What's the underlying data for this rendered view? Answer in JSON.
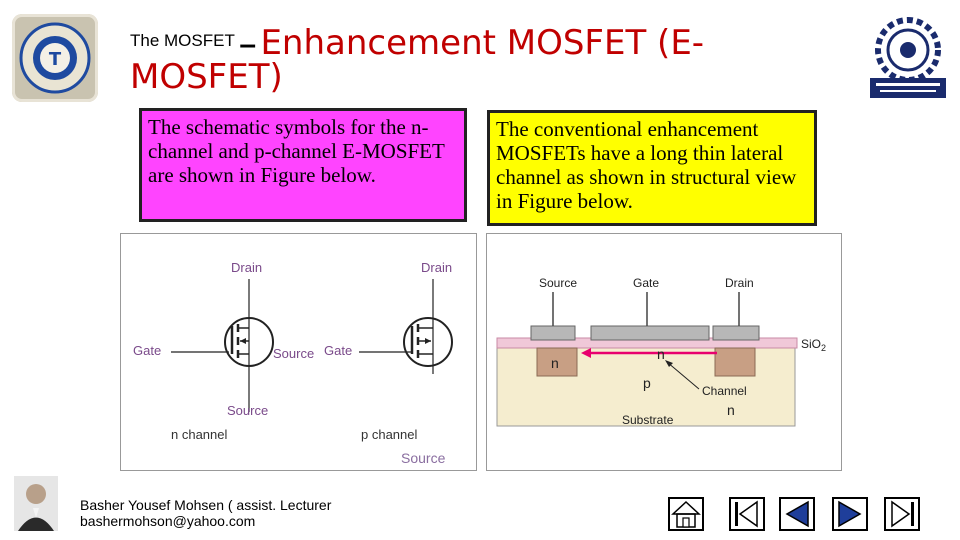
{
  "title": {
    "small": "The MOSFET",
    "dash": "–",
    "big": "Enhancement MOSFET (E-MOSFET)"
  },
  "pink_box": {
    "text": "The schematic symbols for the n-channel and p-channel E-MOSFET are shown in Figure below."
  },
  "yellow_box": {
    "text": "The conventional enhancement MOSFETs have a long thin lateral channel as shown in structural view in Figure below."
  },
  "left_figure": {
    "n_drain": "Drain",
    "n_gate": "Gate",
    "n_source": "Source",
    "n_caption": "n channel",
    "p_drain": "Drain",
    "p_gate": "Gate",
    "p_source_top": "Source",
    "p_source_bottom": "Source",
    "p_caption": "p channel"
  },
  "right_figure": {
    "source": "Source",
    "gate": "Gate",
    "drain": "Drain",
    "sio2": "SiO",
    "sio2_sub": "2",
    "n_left": "n",
    "n_right": "n",
    "p": "p",
    "channel": "Channel",
    "substrate": "Substrate",
    "n_below": "n"
  },
  "footer": {
    "line1": "Basher Yousef Mohsen ( assist. Lecturer",
    "line2": "bashermohson@yahoo.com"
  },
  "colors": {
    "title_accent": "#c00000",
    "pink_box": "#ff44ff",
    "yellow_box": "#ffff00",
    "nav_border": "#000000",
    "nav_fill": "#1f3e9a",
    "channel_arrow": "#e8006e"
  }
}
